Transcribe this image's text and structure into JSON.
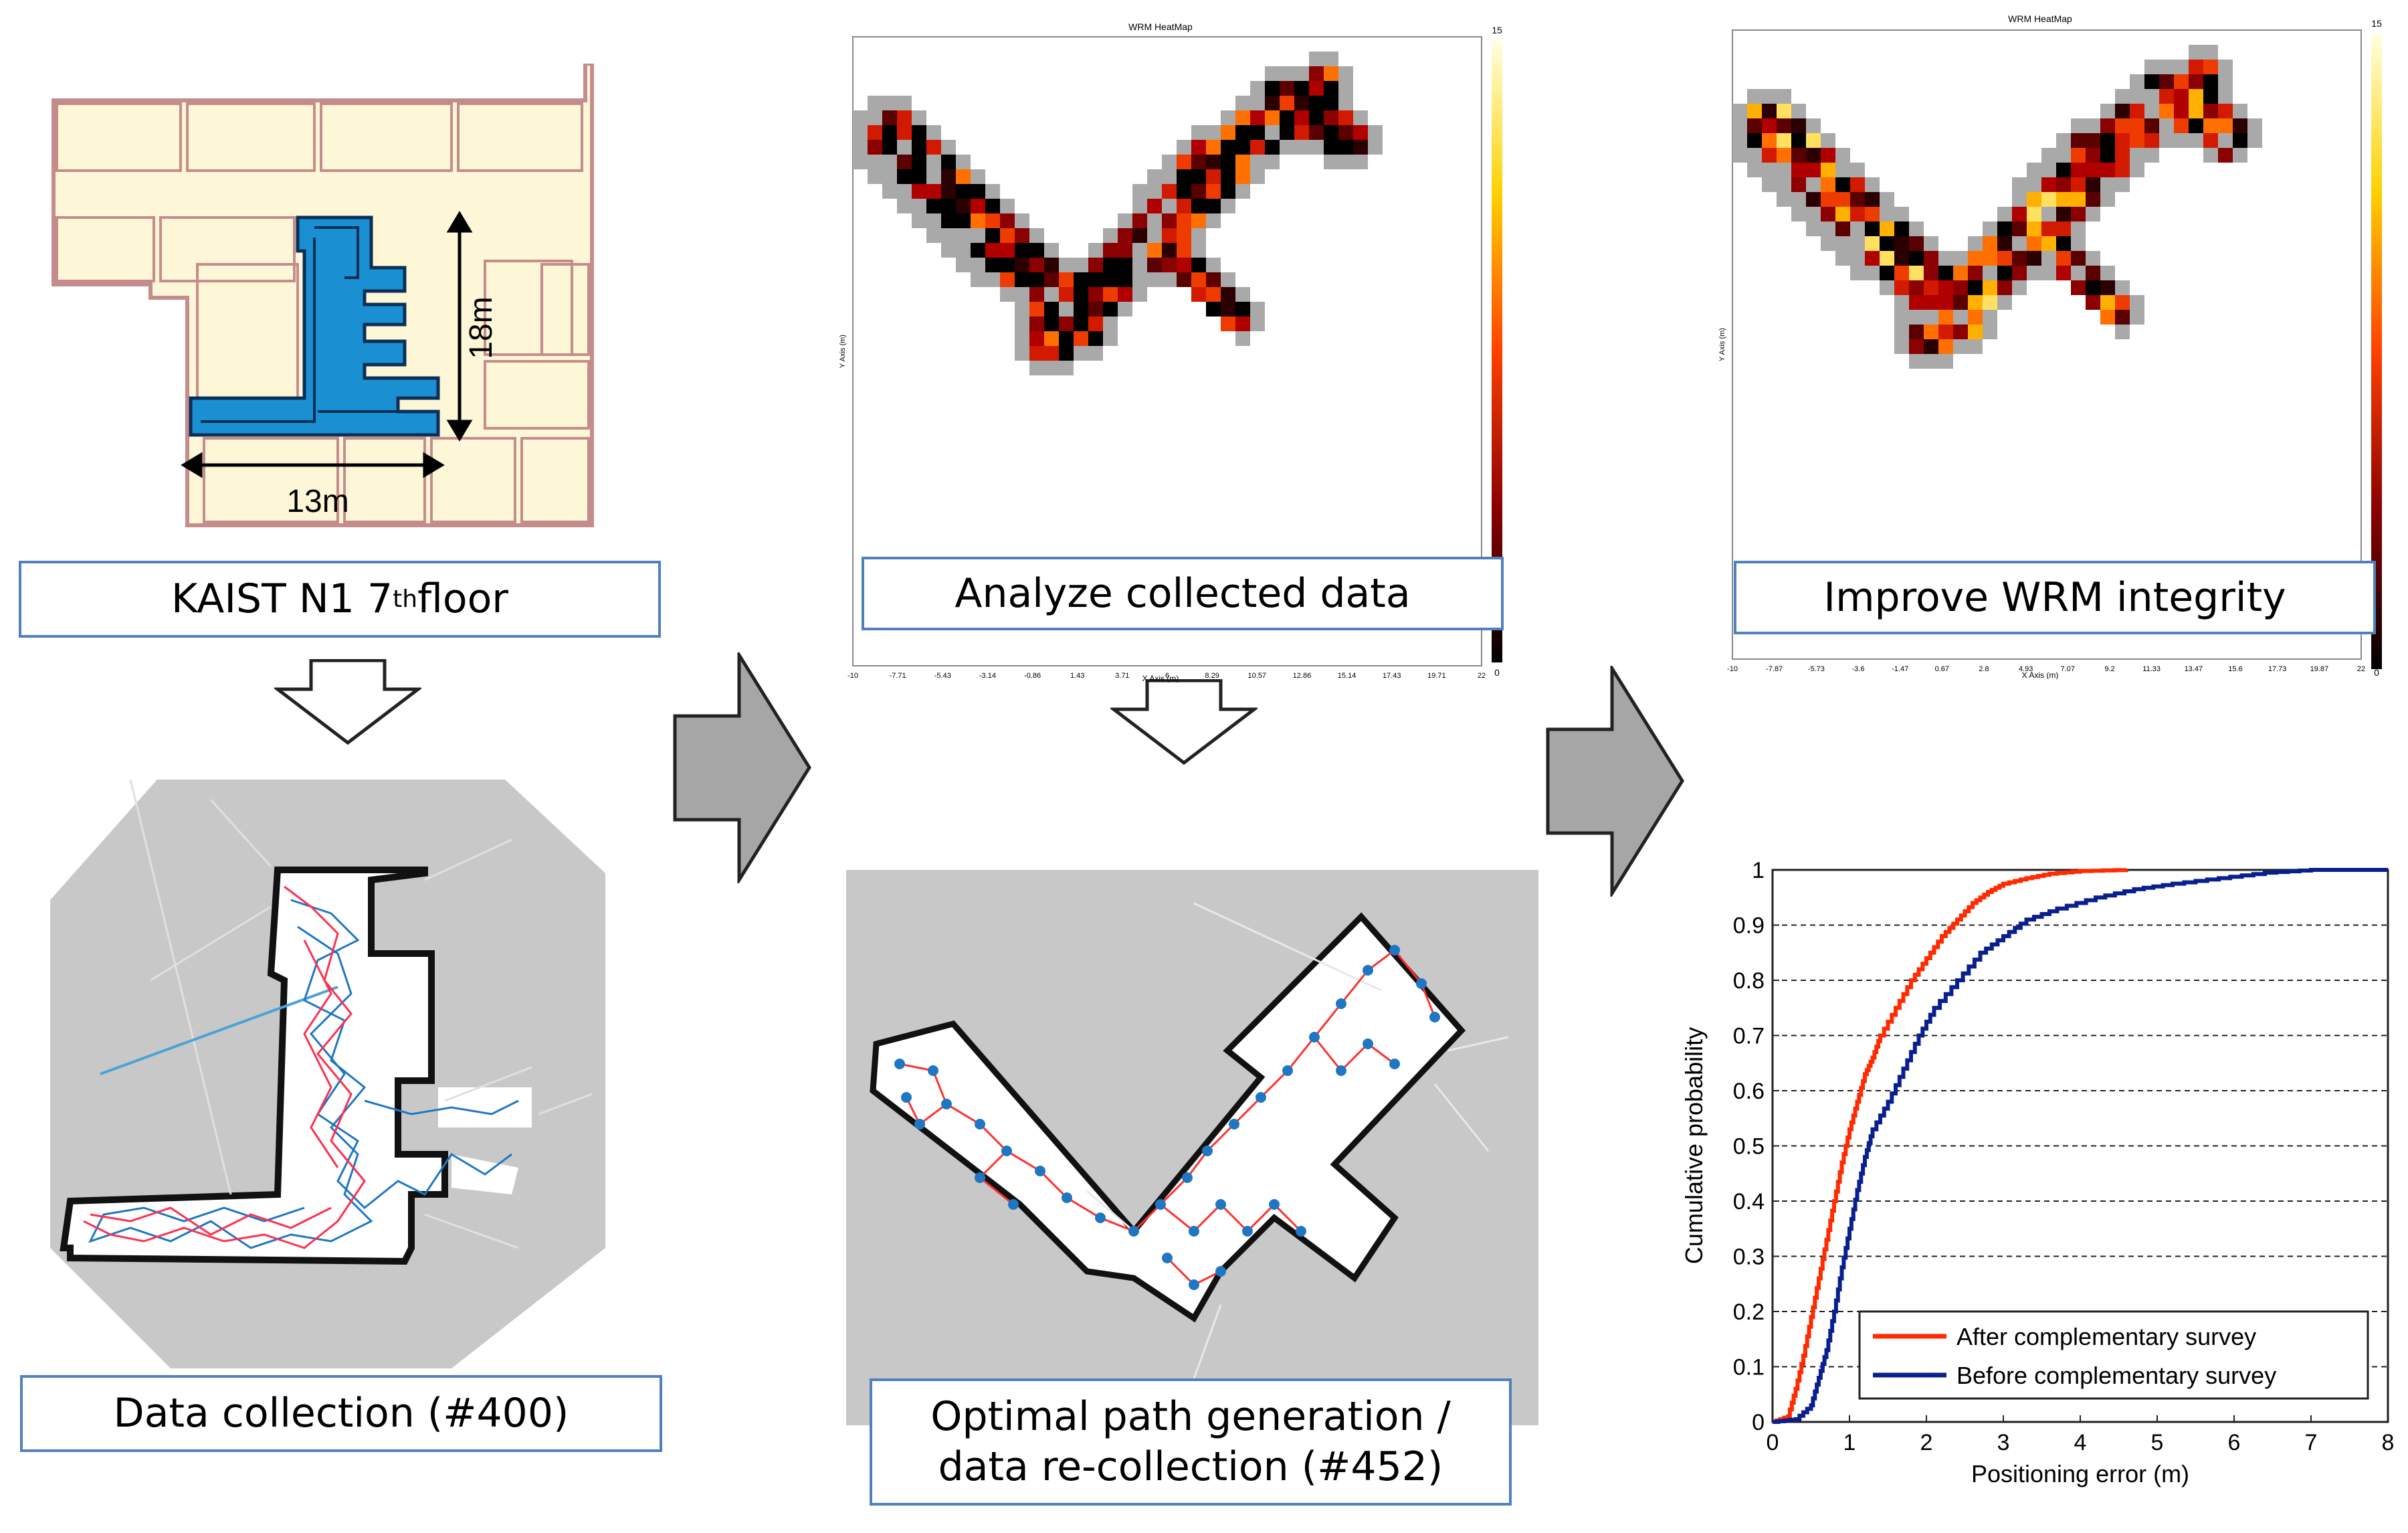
{
  "panels": {
    "floorplan": {
      "caption_main": "KAIST N1 7",
      "caption_sup": "th",
      "caption_tail": " floor",
      "dim_width": "13m",
      "dim_height": "18m"
    },
    "collection": {
      "caption": "Data collection (#400)"
    },
    "heatmap1": {
      "caption": "Analyze collected data",
      "title": "WRM HeatMap",
      "xlabel": "X Axis (m)",
      "ylabel": "Y Axis (m)",
      "scale_max": "15",
      "scale_min": "0",
      "xticks": [
        "-10",
        "-7.71",
        "-5.43",
        "-3.14",
        "-0.86",
        "1.43",
        "3.71",
        "6",
        "8.29",
        "10.57",
        "12.86",
        "15.14",
        "17.43",
        "19.71",
        "22"
      ]
    },
    "heatmap2": {
      "caption": "Improve WRM integrity",
      "title": "WRM HeatMap",
      "xlabel": "X Axis (m)",
      "ylabel": "Y Axis (m)",
      "scale_max": "15",
      "scale_min": "0",
      "xticks": [
        "-10",
        "-7.87",
        "-5.73",
        "-3.6",
        "-1.47",
        "0.67",
        "2.8",
        "4.93",
        "7.07",
        "9.2",
        "11.33",
        "13.47",
        "15.6",
        "17.73",
        "19.87",
        "22"
      ]
    },
    "optimal": {
      "caption_line1": "Optimal path generation /",
      "caption_line2": "data re-collection (#452)"
    }
  },
  "colors": {
    "caption_border": "#4f81bd",
    "path_red": "#ff3030",
    "node_blue": "#1f77c4",
    "blueprint": "#1a8fd1",
    "after_curve": "#ff2a00",
    "before_curve": "#0a1f8f"
  },
  "chart_data": {
    "type": "line",
    "title": "",
    "xlabel": "Positioning error (m)",
    "ylabel": "Cumulative probability",
    "xlim": [
      0,
      8
    ],
    "ylim": [
      0,
      1
    ],
    "xticks": [
      "0",
      "1",
      "2",
      "3",
      "4",
      "5",
      "6",
      "7",
      "8"
    ],
    "yticks": [
      "0",
      "0.1",
      "0.2",
      "0.3",
      "0.4",
      "0.5",
      "0.6",
      "0.7",
      "0.8",
      "0.9",
      "1"
    ],
    "grid": "horizontal dashed",
    "legend_position": "bottom-right",
    "series": [
      {
        "name": "After complementary survey",
        "color": "#ff2a00",
        "x": [
          0,
          0.2,
          0.3,
          0.4,
          0.5,
          0.6,
          0.7,
          0.8,
          0.9,
          1.0,
          1.1,
          1.2,
          1.3,
          1.4,
          1.6,
          1.8,
          2.0,
          2.2,
          2.4,
          2.6,
          2.8,
          3.0,
          3.3,
          3.6,
          4.0,
          4.6
        ],
        "y": [
          0,
          0.01,
          0.06,
          0.12,
          0.19,
          0.26,
          0.33,
          0.4,
          0.47,
          0.53,
          0.58,
          0.63,
          0.66,
          0.7,
          0.75,
          0.8,
          0.84,
          0.88,
          0.91,
          0.94,
          0.96,
          0.975,
          0.985,
          0.993,
          0.998,
          1.0
        ]
      },
      {
        "name": "Before complementary survey",
        "color": "#0a1f8f",
        "x": [
          0,
          0.3,
          0.5,
          0.6,
          0.7,
          0.8,
          0.9,
          1.0,
          1.1,
          1.2,
          1.3,
          1.5,
          1.7,
          1.9,
          2.1,
          2.4,
          2.7,
          3.0,
          3.3,
          3.7,
          4.2,
          4.7,
          5.2,
          5.8,
          6.4,
          7.0,
          8.0
        ],
        "y": [
          0,
          0.005,
          0.03,
          0.08,
          0.13,
          0.2,
          0.28,
          0.35,
          0.42,
          0.48,
          0.53,
          0.58,
          0.64,
          0.7,
          0.75,
          0.8,
          0.85,
          0.88,
          0.91,
          0.93,
          0.95,
          0.965,
          0.975,
          0.985,
          0.995,
          1.0,
          1.0
        ]
      }
    ]
  }
}
